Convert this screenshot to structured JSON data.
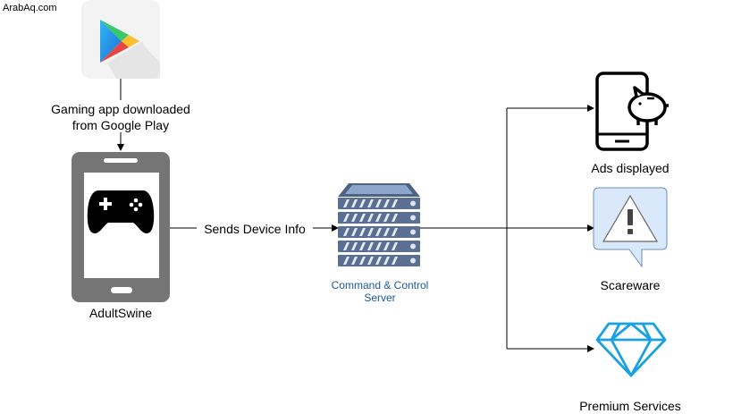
{
  "watermark": "ArabAq.com",
  "labels": {
    "download_line1": "Gaming app downloaded",
    "download_line2": "from Google Play",
    "phone": "AdultSwine",
    "edge": "Sends Device Info",
    "server_line1": "Command & Control",
    "server_line2": "Server",
    "ads": "Ads displayed",
    "scareware": "Scareware",
    "premium": "Premium Services"
  },
  "icons": [
    "google-play-icon",
    "smartphone-gamepad-icon",
    "server-rack-icon",
    "phone-piggy-bank-icon",
    "warning-sign-icon",
    "diamond-icon"
  ],
  "colors": {
    "stroke": "#000000",
    "phone_body": "#757575",
    "phone_screen": "#ffffff",
    "server_blue": "#1a5aa0",
    "warn_bg": "#dae8fc",
    "diamond": "#1ba1e2"
  }
}
